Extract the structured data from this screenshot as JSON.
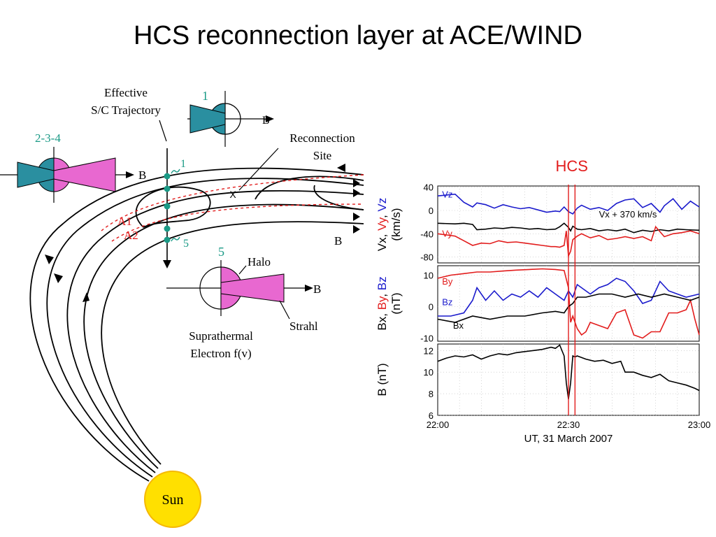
{
  "title": "HCS reconnection layer at ACE/WIND",
  "colors": {
    "teal": "#1a9a86",
    "magenta": "#e064c8",
    "strahl_fill": "#e868d0",
    "halo_fill": "#2a8fa0",
    "red": "#e21c1c",
    "blue": "#1a1acc",
    "sun": "#ffe000"
  },
  "schematic": {
    "trajectory_label": [
      "Effective",
      "S/C Trajectory"
    ],
    "reconnection_label": [
      "Reconnection",
      "Site"
    ],
    "reconnection_marker": "X",
    "field_label": "B",
    "sample_points": [
      "1",
      "5"
    ],
    "sample_group": "2-3-4",
    "regions": [
      "A1",
      "A2"
    ],
    "halo_label": "Halo",
    "strahl_label": "Strahl",
    "distribution_label": [
      "Suprathermal",
      "Electron f(v)"
    ],
    "sun_label": "Sun"
  },
  "chart_data": [
    {
      "type": "line",
      "panel": "velocity",
      "ylabel_parts": [
        {
          "text": "Vx, ",
          "color": "#000000"
        },
        {
          "text": "Vy",
          "color": "#e21c1c"
        },
        {
          "text": ", ",
          "color": "#000000"
        },
        {
          "text": "Vz",
          "color": "#1a1acc"
        }
      ],
      "ylabel_unit": "(km/s)",
      "yticks": [
        "40",
        "0",
        "-40",
        "-80"
      ],
      "ylim": [
        -90,
        42
      ],
      "series": [
        {
          "name": "Vz",
          "color": "#1a1acc",
          "x": [
            0,
            4,
            6,
            8,
            9,
            11,
            13,
            15,
            17,
            19,
            21,
            23,
            25,
            27,
            28,
            29,
            30,
            31,
            32,
            33,
            35,
            37,
            39,
            41,
            43,
            45,
            47,
            49,
            51,
            52,
            54,
            56,
            58,
            60
          ],
          "y": [
            25,
            28,
            14,
            6,
            13,
            10,
            4,
            10,
            6,
            3,
            5,
            1,
            -3,
            -1,
            -2,
            6,
            -2,
            -6,
            4,
            9,
            2,
            5,
            0,
            12,
            18,
            20,
            5,
            12,
            -3,
            8,
            20,
            2,
            16,
            6
          ]
        },
        {
          "name": "Vx + 370 km/s",
          "color": "#000000",
          "x": [
            0,
            4,
            6,
            8,
            9,
            11,
            13,
            15,
            17,
            19,
            21,
            23,
            25,
            27,
            28,
            29,
            30,
            30.5,
            31,
            32,
            33,
            35,
            37,
            39,
            41,
            43,
            45,
            47,
            49,
            51,
            53,
            55,
            57,
            60
          ],
          "y": [
            -22,
            -23,
            -22,
            -24,
            -33,
            -32,
            -30,
            -31,
            -29,
            -30,
            -32,
            -31,
            -33,
            -32,
            -28,
            -22,
            -29,
            -35,
            -27,
            -32,
            -33,
            -31,
            -35,
            -33,
            -35,
            -32,
            -38,
            -34,
            -36,
            -33,
            -35,
            -32,
            -33,
            -34
          ]
        },
        {
          "name": "Vy",
          "color": "#e21c1c",
          "x": [
            0,
            2,
            4,
            6,
            8,
            10,
            12,
            14,
            16,
            18,
            20,
            22,
            24,
            26,
            27,
            28,
            29,
            29.5,
            30,
            30.5,
            31,
            32,
            33,
            35,
            37,
            39,
            41,
            43,
            45,
            47,
            49,
            50,
            52,
            54,
            56,
            58,
            60
          ],
          "y": [
            -40,
            -42,
            -44,
            -52,
            -60,
            -56,
            -57,
            -52,
            -55,
            -54,
            -56,
            -58,
            -60,
            -62,
            -62,
            -63,
            -60,
            -35,
            -78,
            -70,
            -50,
            -44,
            -40,
            -47,
            -43,
            -50,
            -48,
            -45,
            -48,
            -45,
            -52,
            -28,
            -45,
            -40,
            -38,
            -35,
            -40
          ]
        }
      ],
      "annotations": [
        {
          "text": "Vz",
          "color": "#1a1acc",
          "x": 1,
          "y": 22
        },
        {
          "text": "Vx + 370 km/s",
          "color": "#000000",
          "x": 37,
          "y": -12
        },
        {
          "text": "Vy",
          "color": "#e21c1c",
          "x": 1,
          "y": -45
        }
      ]
    },
    {
      "type": "line",
      "panel": "field_components",
      "ylabel_parts": [
        {
          "text": "Bx, ",
          "color": "#000000"
        },
        {
          "text": "By",
          "color": "#e21c1c"
        },
        {
          "text": ", ",
          "color": "#000000"
        },
        {
          "text": "Bz",
          "color": "#1a1acc"
        }
      ],
      "ylabel_unit": "(nT)",
      "yticks": [
        "10",
        "0",
        "-10"
      ],
      "ylim": [
        -11,
        13
      ],
      "series": [
        {
          "name": "By",
          "color": "#e21c1c",
          "x": [
            0,
            3,
            6,
            9,
            12,
            15,
            18,
            21,
            24,
            27,
            29,
            30,
            30.5,
            31,
            32,
            33,
            34,
            35,
            37,
            39,
            41,
            43,
            45,
            47,
            49,
            51,
            53,
            55,
            57,
            58,
            59,
            60
          ],
          "y": [
            9,
            10,
            10.5,
            11,
            11,
            11.3,
            11.6,
            11.8,
            12,
            11.8,
            11.5,
            6,
            -5,
            -3,
            -7,
            -9,
            -8,
            -5,
            -6,
            -7,
            -2,
            -1,
            -9,
            -10,
            -8,
            -8,
            -2,
            -2,
            -1,
            2,
            -4,
            -9
          ]
        },
        {
          "name": "Bz",
          "color": "#1a1acc",
          "x": [
            0,
            3,
            6,
            8,
            9,
            11,
            13,
            15,
            17,
            19,
            21,
            23,
            25,
            27,
            29,
            30,
            31,
            32,
            33,
            35,
            37,
            39,
            41,
            43,
            45,
            47,
            49,
            51,
            53,
            55,
            57,
            60
          ],
          "y": [
            -3,
            -3,
            -2,
            2,
            6,
            2,
            5,
            2,
            4,
            3,
            5,
            3,
            6,
            4,
            2,
            5,
            3,
            7,
            6,
            4,
            6,
            7,
            9,
            8,
            5,
            1,
            2,
            8,
            5,
            4,
            3,
            4
          ]
        },
        {
          "name": "Bx",
          "color": "#000000",
          "x": [
            0,
            4,
            8,
            12,
            16,
            20,
            24,
            27,
            29,
            30,
            31,
            32,
            34,
            37,
            40,
            43,
            46,
            49,
            52,
            55,
            58,
            60
          ],
          "y": [
            -4,
            -5,
            -3,
            -4,
            -3,
            -3,
            -2,
            -1.5,
            -2,
            0,
            1,
            3,
            3,
            4,
            4,
            3,
            4,
            3,
            4,
            3,
            2,
            3
          ]
        }
      ],
      "annotations": [
        {
          "text": "By",
          "color": "#e21c1c",
          "x": 1,
          "y": 7
        },
        {
          "text": "Bz",
          "color": "#1a1acc",
          "x": 1,
          "y": 0.5
        },
        {
          "text": "Bx",
          "color": "#000000",
          "x": 3.5,
          "y": -7
        }
      ]
    },
    {
      "type": "line",
      "panel": "field_magnitude",
      "ylabel": "B (nT)",
      "yticks": [
        "12",
        "10",
        "8",
        "6"
      ],
      "ylim": [
        6,
        12.6
      ],
      "series": [
        {
          "name": "",
          "color": "#000000",
          "x": [
            0,
            2,
            4,
            6,
            8,
            10,
            12,
            14,
            16,
            18,
            20,
            22,
            24,
            26,
            27,
            28,
            29,
            29.5,
            30,
            30.5,
            31,
            31.5,
            32,
            34,
            36,
            38,
            40,
            42,
            43,
            45,
            47,
            49,
            51,
            53,
            55,
            57,
            59,
            60
          ],
          "y": [
            11,
            11.3,
            11.5,
            11.4,
            11.6,
            11.2,
            11.5,
            11.7,
            11.6,
            11.8,
            11.9,
            12,
            12.1,
            12.3,
            12.2,
            12.5,
            11.5,
            9,
            7.5,
            9,
            11.5,
            11.4,
            11.5,
            11.2,
            11,
            11.1,
            10.8,
            11,
            10,
            10,
            9.7,
            9.5,
            9.8,
            9.2,
            9.0,
            8.8,
            8.5,
            8.3
          ]
        }
      ],
      "annotations": []
    }
  ],
  "time_axis": {
    "ticks": [
      "22:00",
      "22:30",
      "23:00"
    ],
    "xlim": [
      0,
      60
    ],
    "xlabel": "UT, 31 March 2007",
    "hcs_label": "HCS",
    "hcs_markers": [
      30,
      31.5
    ]
  }
}
